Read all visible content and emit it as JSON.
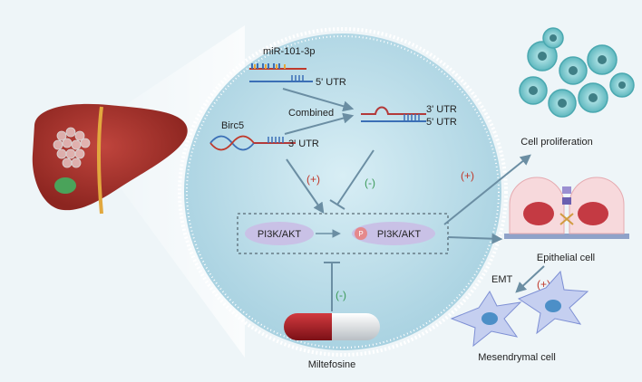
{
  "labels": {
    "mirna": "miR-101-3p",
    "utr5_top": "5' UTR",
    "birc5": "Birc5",
    "utr3_birc": "3' UTR",
    "combined": "Combined",
    "utr3_combo": "3' UTR",
    "utr5_combo": "5' UTR",
    "pi3k": "PI3K/AKT",
    "phospho_mark": "P",
    "p_pi3k": "PI3K/AKT",
    "cell_proliferation": "Cell proliferation",
    "epithelial_cell": "Epithelial cell",
    "emt": "EMT",
    "mesenchymal_cell": "Mesendrymal cell",
    "miltefosine": "Miltefosine"
  },
  "signs": {
    "birc5_effect": "(+)",
    "combined_effect": "(-)",
    "proliferation_effect": "(+)",
    "emt_effect": "(+)",
    "drug_effect": "(-)"
  },
  "colors": {
    "background": "#eef5f8",
    "cell_fill": "#c5e3ee",
    "liver": "#a8302a",
    "plus": "#c0392b",
    "minus": "#3d9a5a",
    "arrow": "#6b8ea3",
    "rna_red": "#b33a3a",
    "pathway_oval": "#c9c1e6",
    "capsule_red": "#a51d24"
  }
}
